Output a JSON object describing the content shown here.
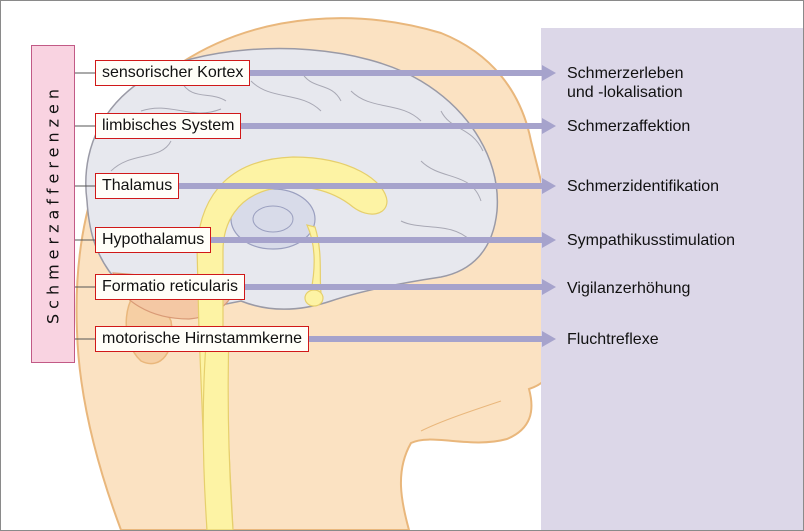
{
  "side_label": "Schmerzafferenzen",
  "rows": [
    {
      "source": "sensorischer Kortex",
      "target_lines": [
        "Schmerzerleben",
        "und -lokalisation"
      ]
    },
    {
      "source": "limbisches System",
      "target_lines": [
        "Schmerzaffektion"
      ]
    },
    {
      "source": "Thalamus",
      "target_lines": [
        "Schmerzidentifikation"
      ]
    },
    {
      "source": "Hypothalamus",
      "target_lines": [
        "Sympathikusstimulation"
      ]
    },
    {
      "source": "Formatio reticularis",
      "target_lines": [
        "Vigilanzerhöhung"
      ]
    },
    {
      "source": "motorische Hirnstammkerne",
      "target_lines": [
        "Fluchtreflexe"
      ]
    }
  ],
  "colors": {
    "head": "#fbe2c2",
    "head_outline": "#e9b77c",
    "brain": "#e7e8ee",
    "pathway": "#fdf3a4",
    "arrow": "#a6a3cc",
    "box_border": "#d01818",
    "panel": "#dcd7e8"
  }
}
